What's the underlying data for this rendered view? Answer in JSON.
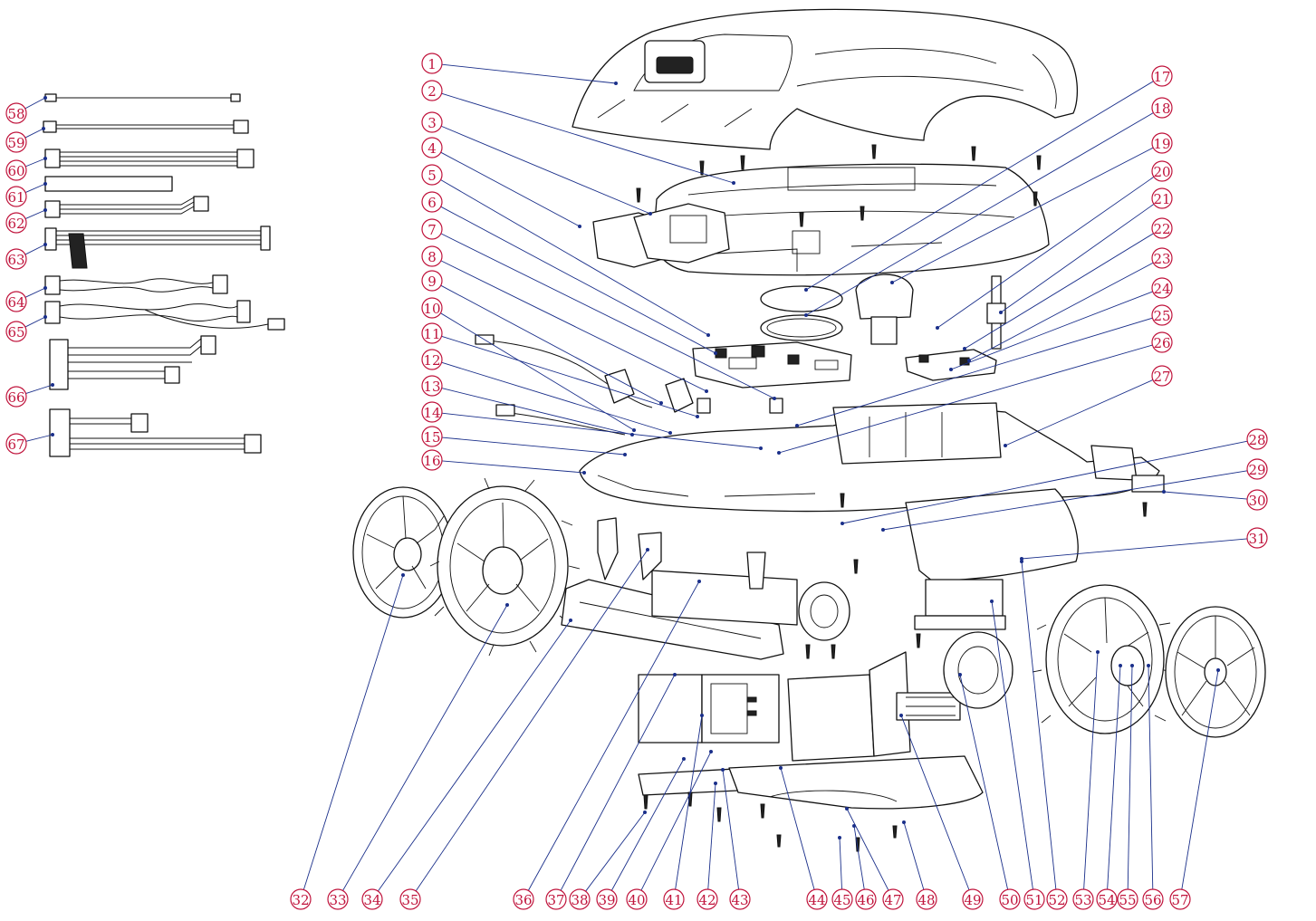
{
  "diagram": {
    "callout_color": "#c0143c",
    "leader_color": "#1a2f8a",
    "callouts": [
      "1",
      "2",
      "3",
      "4",
      "5",
      "6",
      "7",
      "8",
      "9",
      "10",
      "11",
      "12",
      "13",
      "14",
      "15",
      "16",
      "17",
      "18",
      "19",
      "20",
      "21",
      "22",
      "23",
      "24",
      "25",
      "26",
      "27",
      "28",
      "29",
      "30",
      "31",
      "32",
      "33",
      "34",
      "35",
      "36",
      "37",
      "38",
      "39",
      "40",
      "41",
      "42",
      "43",
      "44",
      "45",
      "46",
      "47",
      "48",
      "49",
      "50",
      "51",
      "52",
      "53",
      "54",
      "55",
      "56",
      "57",
      "58",
      "59",
      "60",
      "61",
      "62",
      "63",
      "64",
      "65",
      "66",
      "67"
    ]
  }
}
